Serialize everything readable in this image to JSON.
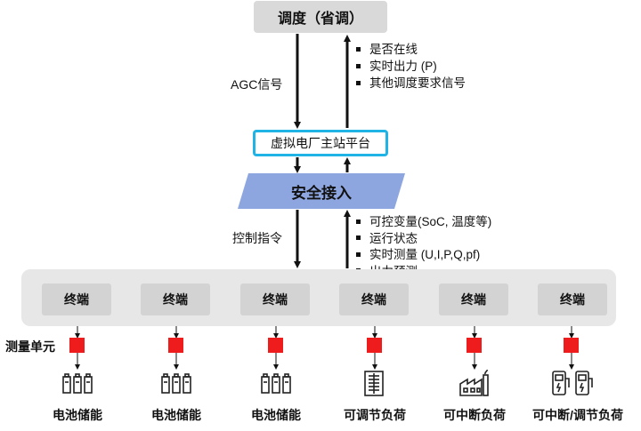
{
  "dispatch": {
    "label": "调度（省调）"
  },
  "up_signals": [
    "是否在线",
    "实时出力 (P)",
    "其他调度要求信号"
  ],
  "agc_label": "AGC信号",
  "vpp": {
    "label": "虚拟电厂主站平台"
  },
  "secure_access": {
    "label": "安全接入"
  },
  "control_label": "控制指令",
  "field_signals": [
    "可控变量(SoC, 温度等)",
    "运行状态",
    "实时测量 (U,I,P,Q,pf)",
    "出力预测"
  ],
  "measure_unit_label": "测量单元",
  "terminals": [
    "终端",
    "终端",
    "终端",
    "终端",
    "终端",
    "终端"
  ],
  "devices": [
    {
      "label": "电池储能",
      "icon": "battery-storage-icon"
    },
    {
      "label": "电池储能",
      "icon": "battery-storage-icon"
    },
    {
      "label": "电池储能",
      "icon": "battery-storage-icon"
    },
    {
      "label": "可调节负荷",
      "icon": "building-icon"
    },
    {
      "label": "可中断负荷",
      "icon": "factory-icon"
    },
    {
      "label": "可中断/调节负荷",
      "icon": "charging-station-icon"
    }
  ],
  "colors": {
    "vpp_border": "#1fb3e6",
    "secure_fill": "#8ea6e0",
    "meter": "#ee1c1c",
    "terminal": "#d3d3d3",
    "band": "#e7e7e7"
  }
}
